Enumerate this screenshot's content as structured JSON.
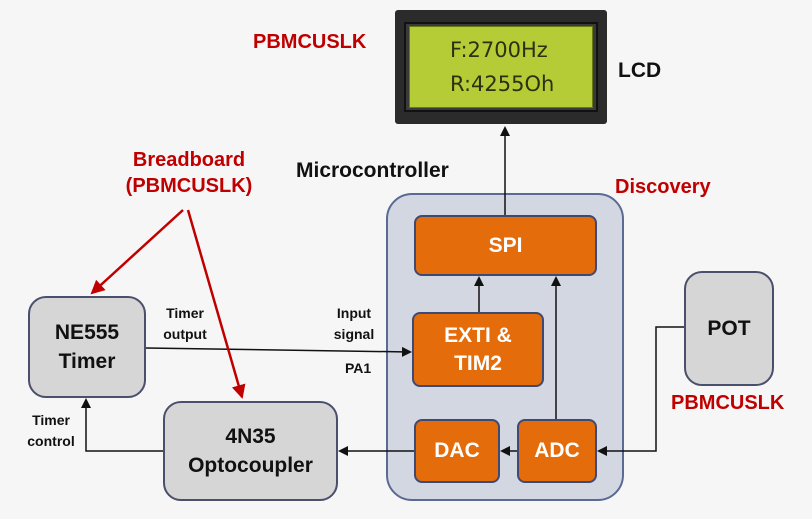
{
  "lcd": {
    "line1": "F:2700Hz",
    "line2": "R:4255Oh",
    "label": "LCD",
    "tag": "PBMCUSLK"
  },
  "breadboard": {
    "line1": "Breadboard",
    "line2": "(PBMCUSLK)"
  },
  "microcontroller_label": "Microcontroller",
  "discovery_label": "Discovery",
  "blocks": {
    "spi": "SPI",
    "exti_line1": "EXTI &",
    "exti_line2": "TIM2",
    "dac": "DAC",
    "adc": "ADC",
    "ne555_line1": "NE555",
    "ne555_line2": "Timer",
    "opto_line1": "4N35",
    "opto_line2": "Optocoupler",
    "pot": "POT"
  },
  "signals": {
    "timer_output_1": "Timer",
    "timer_output_2": "output",
    "input_signal_1": "Input",
    "input_signal_2": "signal",
    "pa1": "PA1",
    "timer_control_1": "Timer",
    "timer_control_2": "control"
  },
  "pot_tag": "PBMCUSLK",
  "colors": {
    "background": "#f6f6f6",
    "block_orange": "#e46c0a",
    "block_gray": "#d6d6d6",
    "discovery_fill": "#d3d7e2",
    "lcd_screen": "#b5cc36",
    "label_red": "#c00000"
  }
}
